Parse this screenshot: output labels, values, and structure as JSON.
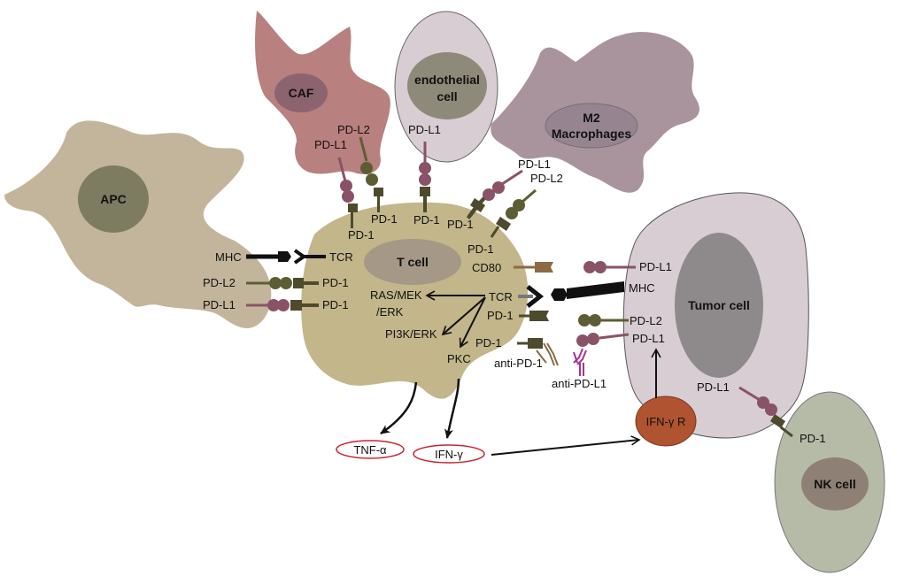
{
  "cells": {
    "apc": "APC",
    "caf": "CAF",
    "endothelial_l1": "endothelial",
    "endothelial_l2": "cell",
    "m2_l1": "M2",
    "m2_l2": "Macrophages",
    "tcell": "T cell",
    "tumor": "Tumor cell",
    "nk": "NK cell"
  },
  "labels": {
    "caf_pdl2": "PD-L2",
    "caf_pdl1": "PD-L1",
    "caf_pd1_a": "PD-1",
    "caf_pd1_b": "PD-1",
    "endo_pdl1": "PD-L1",
    "endo_pd1": "PD-1",
    "m2_pdl1": "PD-L1",
    "m2_pdl2": "PD-L2",
    "m2_pd1_a": "PD-1",
    "m2_pd1_b": "PD-1",
    "apc_mhc": "MHC",
    "apc_tcr": "TCR",
    "apc_pdl2": "PD-L2",
    "apc_pd1_a": "PD-1",
    "apc_pdl1": "PD-L1",
    "apc_pd1_b": "PD-1",
    "cd80": "CD80",
    "t_tcr": "TCR",
    "t_pd1_a": "PD-1",
    "t_pd1_b": "PD-1",
    "anti_pd1": "anti-PD-1",
    "anti_pdl1": "anti-PD-L1",
    "tum_pdl1_top": "PD-L1",
    "tum_mhc": "MHC",
    "tum_pdl2": "PD-L2",
    "tum_pdl1_mid": "PD-L1",
    "tum_pdl1_nk": "PD-L1",
    "nk_pd1": "PD-1",
    "ifngr": "IFN-γ R"
  },
  "signaling": {
    "ras_l1": "RAS/MEK",
    "ras_l2": "/ERK",
    "pi3k": "PI3K/ERK",
    "pkc": "PKC"
  },
  "cytokines": {
    "tnfa": "TNF-α",
    "ifng": "IFN-γ"
  },
  "colors": {
    "apc": "#c2b59b",
    "apc_nucleus": "#7d7b60",
    "caf": "#b8807e",
    "caf_nucleus": "#8c6470",
    "endothelial": "#d8cdd2",
    "endothelial_nucleus": "#8e8a79",
    "m2": "#a9949d",
    "m2_nucleus": "#968591",
    "tcell": "#c2b68a",
    "tcell_nucleus": "#a59887",
    "tumor": "#d7cdd3",
    "tumor_nucleus": "#8e8a8c",
    "nk": "#b6bba7",
    "nk_nucleus": "#8e8074",
    "pd1": "#4e4a2c",
    "pdl1": "#8a5267",
    "pdl2": "#5d5d34",
    "cd80": "#8c6a43",
    "mhc": "#111111",
    "ifngr": "#b05330",
    "cytokine_border": "#cc2233",
    "antibody_pd1": "#8a6a43",
    "antibody_pdl1": "#a8328e"
  }
}
